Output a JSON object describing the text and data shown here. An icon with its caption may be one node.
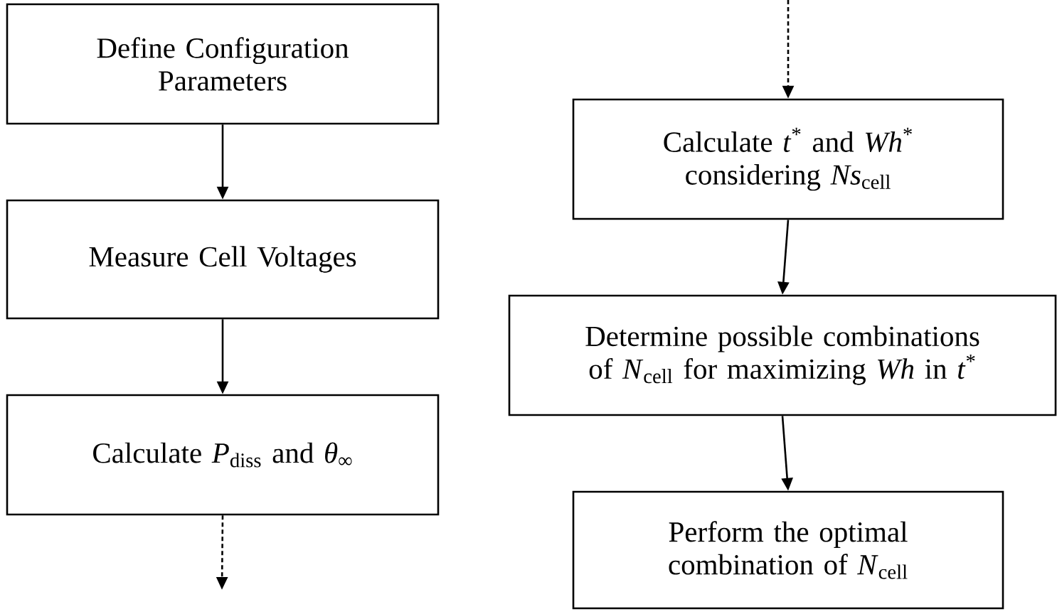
{
  "diagram": {
    "nodes": [
      {
        "text": [
          "Define Configuration Parameters"
        ]
      },
      {
        "text": [
          "Measure Cell Voltages"
        ]
      },
      {
        "text": [
          "Calculate *P*$_{diss}$ and *θ*$_{∞}$"
        ]
      },
      {
        "text": [
          "Calculate *t*$^{*}$ and *Wh*$^{*}$ considering *Ns*$_{cell}$"
        ]
      },
      {
        "text": [
          "Determine possible combinations of *N*$_{cell}$ for maximizing *Wh* in *t*$^{*}$"
        ]
      },
      {
        "text": [
          "Perform the optimal combination of *N*$_{cell}$"
        ]
      }
    ],
    "edges": [
      {
        "from": 0,
        "to": 1,
        "arrow": "to"
      },
      {
        "from": 1,
        "to": 2,
        "arrow": "to"
      },
      {
        "from": 2,
        "to": null,
        "arrow": "to",
        "style": "dashed"
      },
      {
        "from": null,
        "to": 3,
        "arrow": "to",
        "style": "dashed"
      },
      {
        "from": 3,
        "to": 4,
        "arrow": "to"
      },
      {
        "from": 4,
        "to": 5,
        "arrow": "to"
      }
    ]
  }
}
